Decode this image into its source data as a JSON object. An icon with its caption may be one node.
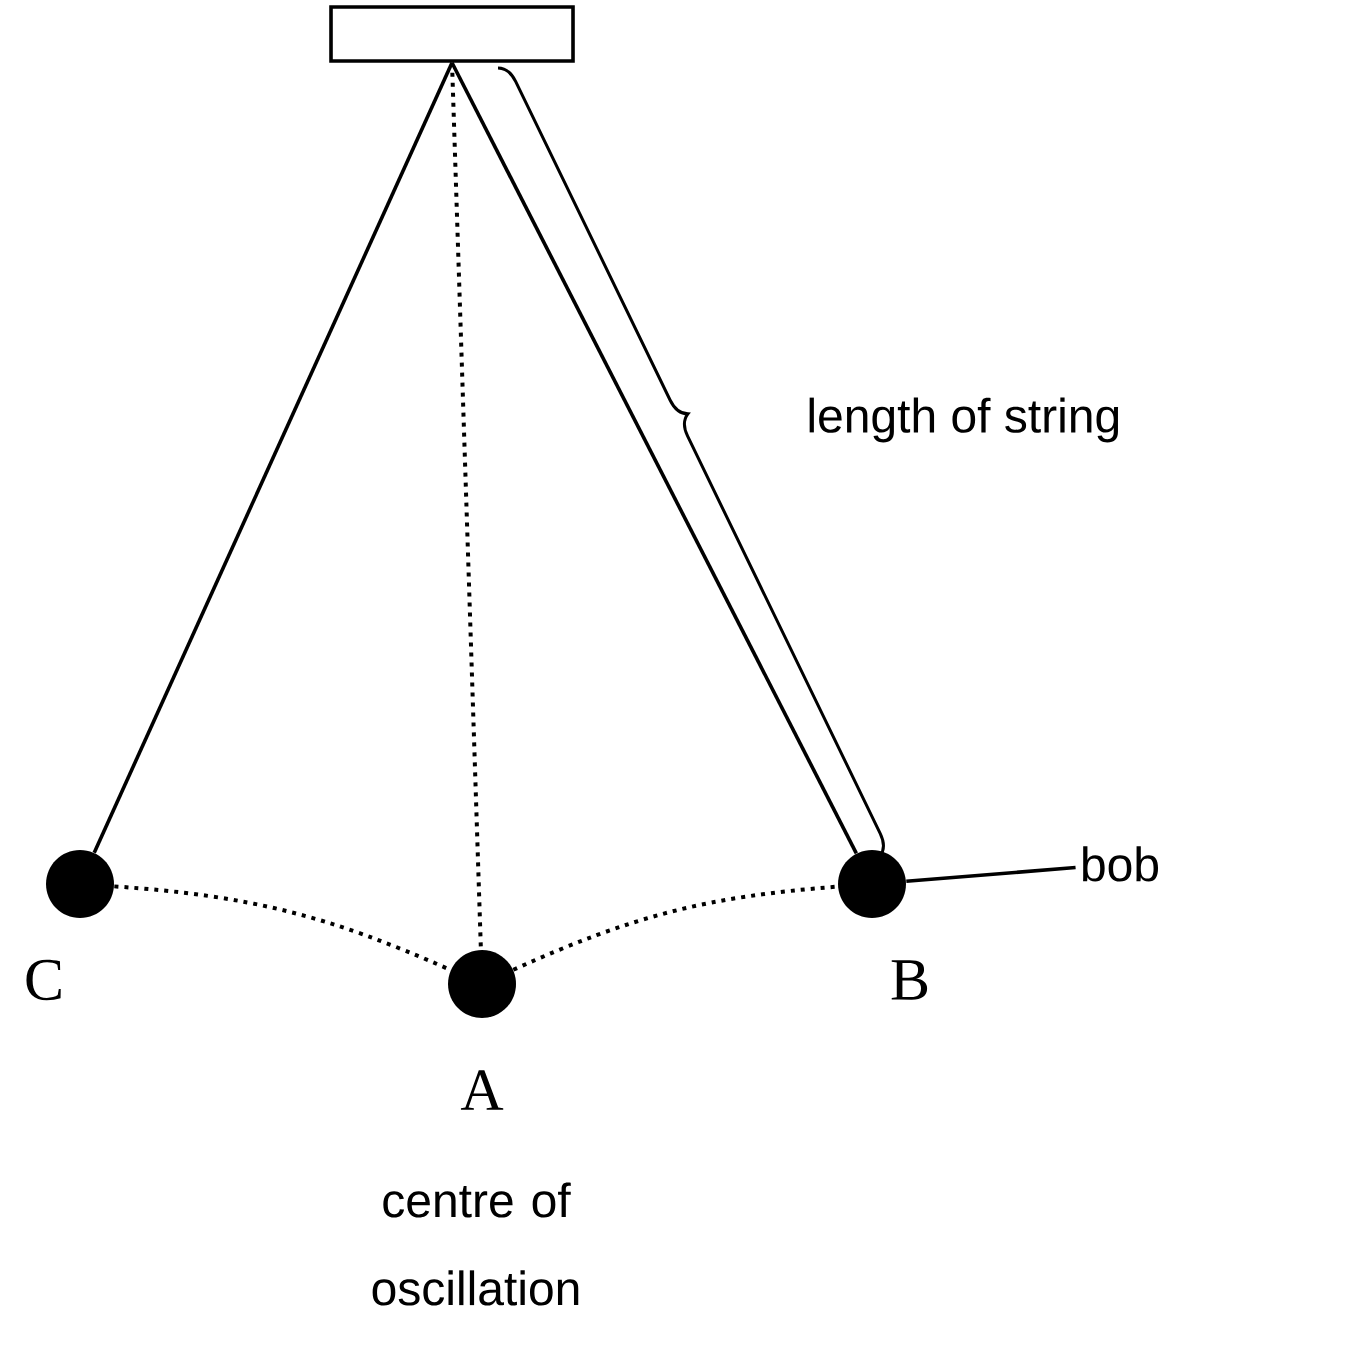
{
  "diagram": {
    "nodes": [
      {
        "text": [],
        "shape": "box"
      },
      {
        "text": [],
        "shape": "circle",
        "beside": [
          "C"
        ]
      },
      {
        "text": [],
        "shape": "circle",
        "beside": [
          "A",
          "centre of oscillation"
        ]
      },
      {
        "text": [],
        "shape": "circle",
        "beside": [
          "B"
        ]
      },
      {
        "text": [
          "bob"
        ]
      }
    ],
    "edges": [
      {
        "from": 0,
        "to": 1,
        "arrow": "none"
      },
      {
        "from": 0,
        "to": 2,
        "arrow": "none",
        "style": "dashed"
      },
      {
        "from": 0,
        "to": 3,
        "arrow": "none"
      },
      {
        "from": 1,
        "to": 2,
        "arrow": "none",
        "style": "dashed"
      },
      {
        "from": 2,
        "to": 3,
        "arrow": "none",
        "style": "dashed"
      },
      {
        "from": 4,
        "to": 3,
        "arrow": "none"
      }
    ],
    "labels": [
      "length of string"
    ]
  }
}
